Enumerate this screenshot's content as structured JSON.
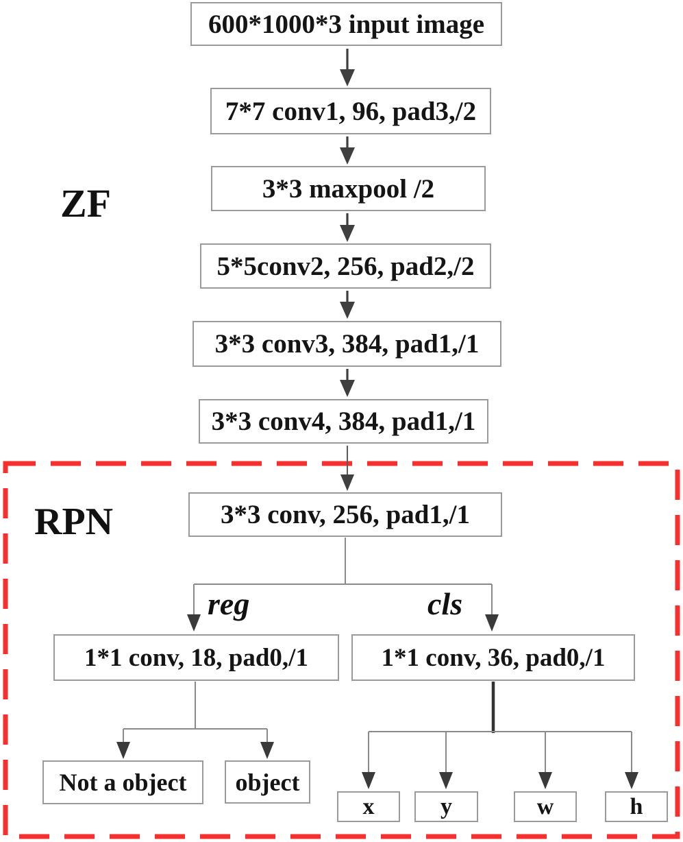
{
  "figure": {
    "zf": {
      "label": "ZF",
      "nodes": [
        {
          "label": "600*1000*3 input image"
        },
        {
          "label": "7*7 conv1, 96, pad3,/2"
        },
        {
          "label": "3*3 maxpool /2"
        },
        {
          "label": "5*5conv2, 256, pad2,/2"
        },
        {
          "label": "3*3 conv3, 384, pad1,/1"
        },
        {
          "label": "3*3 conv4, 384, pad1,/1"
        }
      ]
    },
    "rpn": {
      "label": "RPN",
      "shared_conv": "3*3 conv, 256, pad1,/1",
      "branches": {
        "reg": {
          "label": "reg",
          "conv": "1*1 conv, 18, pad0,/1",
          "outputs": [
            "Not a object",
            "object"
          ]
        },
        "cls": {
          "label": "cls",
          "conv": "1*1 conv, 36, pad0,/1",
          "outputs": [
            "x",
            "y",
            "w",
            "h"
          ]
        }
      }
    },
    "colors": {
      "rpn_dashed_border": "#f82f2f",
      "box_border": "#9a9a9a",
      "arrow": "#3f3f3f",
      "connector": "#8a8a8a",
      "text": "#151515"
    }
  }
}
